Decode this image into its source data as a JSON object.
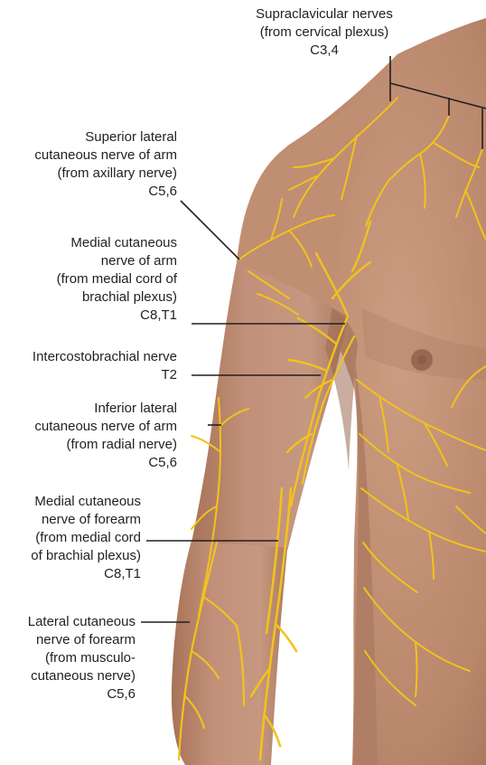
{
  "labels": {
    "supraclavicular": {
      "lines": [
        "Supraclavicular nerves",
        "(from cervical plexus)",
        "C3,4"
      ]
    },
    "superior_lateral": {
      "lines": [
        "Superior lateral",
        "cutaneous nerve of arm",
        "(from axillary nerve)",
        "C5,6"
      ]
    },
    "medial_arm": {
      "lines": [
        "Medial cutaneous",
        "nerve of arm",
        "(from medial cord of",
        "brachial plexus)",
        "C8,T1"
      ]
    },
    "intercostobrachial": {
      "lines": [
        "Intercostobrachial nerve",
        "T2"
      ]
    },
    "inferior_lateral": {
      "lines": [
        "Inferior lateral",
        "cutaneous nerve of arm",
        "(from radial nerve)",
        "C5,6"
      ]
    },
    "medial_forearm": {
      "lines": [
        "Medial cutaneous",
        "nerve of forearm",
        "(from medial cord",
        "of brachial plexus)",
        "C8,T1"
      ]
    },
    "lateral_forearm": {
      "lines": [
        "Lateral cutaneous",
        "nerve of forearm",
        "(from musculo-",
        "cutaneous nerve)",
        "C5,6"
      ]
    }
  },
  "colors": {
    "skin": "#c6967a",
    "skin_shadow": "#a9765c",
    "skin_highlight": "#d9b098",
    "nerve": "#f2c21c",
    "leader_line": "#231f20",
    "text": "#231f20"
  }
}
